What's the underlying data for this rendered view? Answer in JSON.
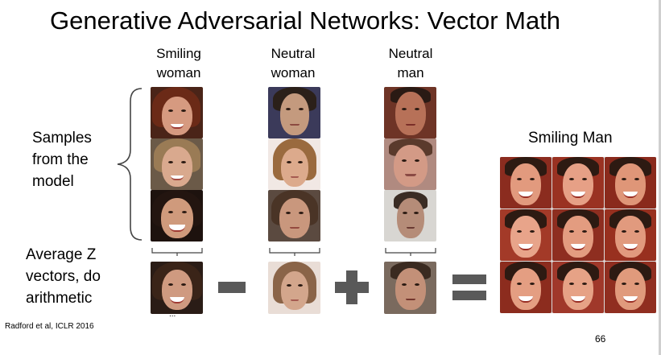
{
  "slide": {
    "title": "Generative Adversarial Networks: Vector Math",
    "columns": {
      "smiling_woman": "Smiling\nwoman",
      "neutral_woman": "Neutral\nwoman",
      "neutral_man": "Neutral\nman"
    },
    "samples_label": "Samples\nfrom the\nmodel",
    "average_label": "Average Z\nvectors, do\narithmetic",
    "result_label": "Smiling Man",
    "citation": "Radford et al, ICLR 2016",
    "page_number": "66",
    "ellipsis": "..."
  },
  "colors": {
    "operator": "#595959",
    "bracket": "#444444"
  }
}
